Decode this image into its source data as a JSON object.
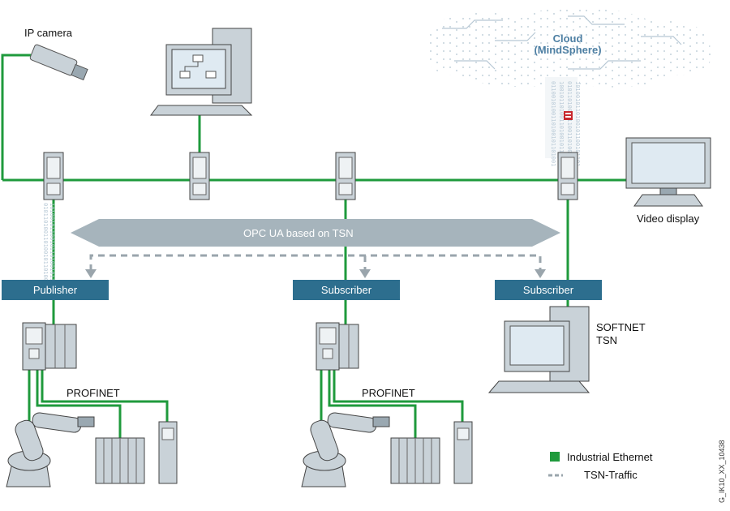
{
  "colors": {
    "ethernet": "#1f9a3c",
    "tsn": "#9aa5ac",
    "role_bar": "#2d6e8e",
    "arrow": "#a6b4bc",
    "device": "#c9d2d8",
    "screen": "#dfeaf2"
  },
  "labels": {
    "ip_camera": "IP camera",
    "cloud_line1": "Cloud",
    "cloud_line2": "(MindSphere)",
    "video_display": "Video display",
    "opc_ua": "OPC UA based on TSN",
    "publisher": "Publisher",
    "subscriber_mid": "Subscriber",
    "subscriber_right": "Subscriber",
    "softnet_line1": "SOFTNET",
    "softnet_line2": "TSN",
    "profinet_left": "PROFINET",
    "profinet_mid": "PROFINET",
    "figure_code": "G_IK10_XX_10438"
  },
  "legend": {
    "industrial_ethernet": "Industrial Ethernet",
    "tsn_traffic": "TSN-Traffic"
  }
}
